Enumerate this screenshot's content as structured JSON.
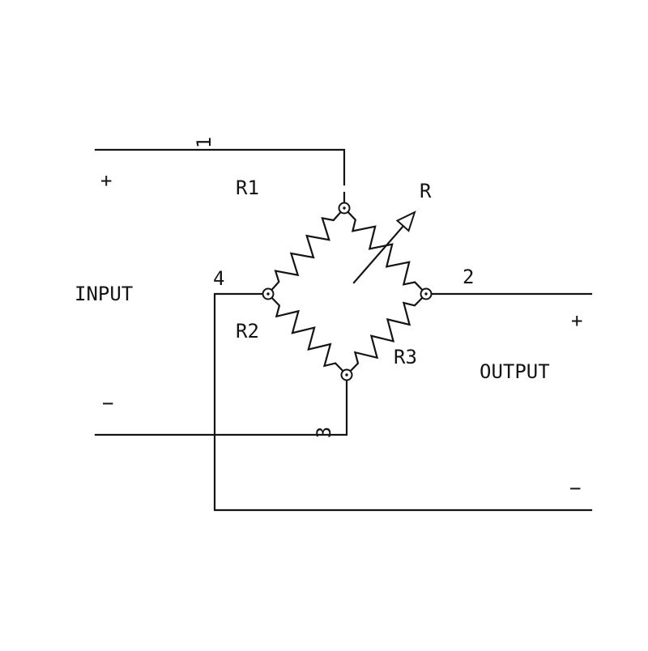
{
  "diagram": {
    "labels": {
      "node1": "1",
      "node2": "2",
      "node3": "3",
      "node4": "4",
      "r1": "R1",
      "r2": "R2",
      "r3": "R3",
      "r_variable": "R",
      "input": "INPUT",
      "output": "OUTPUT",
      "input_plus": "+",
      "input_minus": "−",
      "output_plus": "+",
      "output_minus": "−"
    },
    "colors": {
      "ink": "#141414",
      "background": "#ffffff"
    }
  }
}
